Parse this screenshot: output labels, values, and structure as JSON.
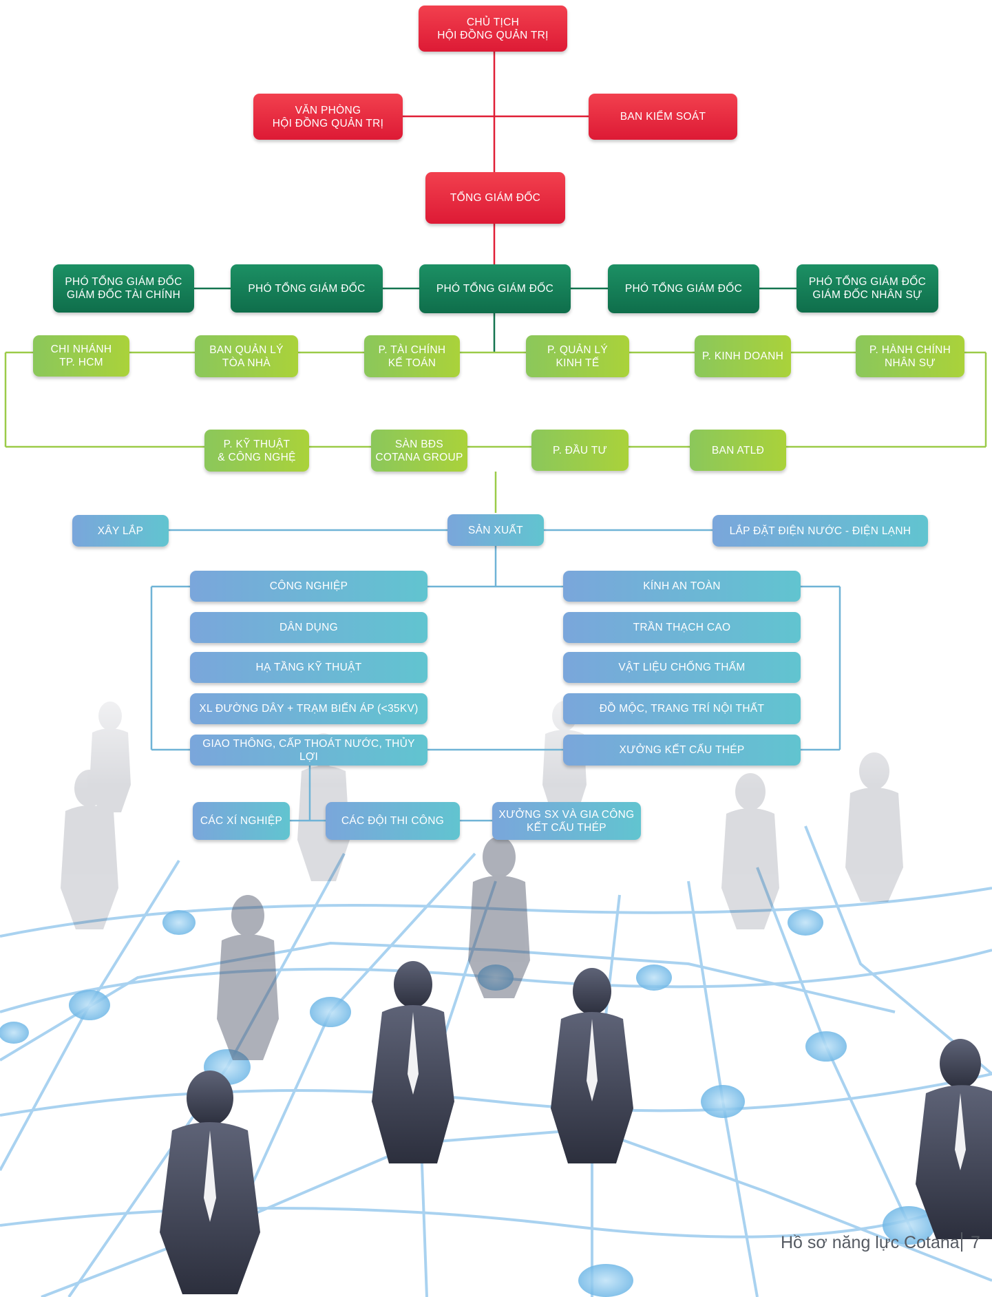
{
  "colors": {
    "red": "#e8283c",
    "dark_green": "#13744f",
    "light_green": "#9bcb48",
    "blue": "#6fb3d6"
  },
  "chart": {
    "chairman": "CHỦ TỊCH\nHỘI ĐỒNG QUẢN TRỊ",
    "board_office": "VĂN PHÒNG\nHỘI ĐỒNG QUẢN TRỊ",
    "supervisory_board": "BAN KIỂM SOÁT",
    "ceo": "TỔNG GIÁM ĐỐC",
    "deputies": [
      "PHÓ TỔNG GIÁM ĐỐC\nGIÁM ĐỐC TÀI CHÍNH",
      "PHÓ TỔNG GIÁM ĐỐC",
      "PHÓ TỔNG GIÁM ĐỐC",
      "PHÓ TỔNG GIÁM ĐỐC",
      "PHÓ TỔNG GIÁM ĐỐC\nGIÁM ĐỐC NHÂN SỰ"
    ],
    "departments_row1": [
      "CHI NHÁNH\nTP. HCM",
      "BAN QUẢN LÝ\nTÒA NHÀ",
      "P. TÀI CHÍNH\nKẾ TOÁN",
      "P. QUẢN LÝ\nKINH TẾ",
      "P. KINH DOANH",
      "P. HÀNH CHÍNH\nNHÂN SỰ"
    ],
    "departments_row2": [
      "P. KỸ THUẬT\n& CÔNG NGHỆ",
      "SÀN BĐS\nCOTANA GROUP",
      "P. ĐẦU TƯ",
      "BAN ATLĐ"
    ],
    "production": "SẢN XUẤT",
    "construction": "XÂY LẮP",
    "mep": "LẮP ĐẶT ĐIỆN NƯỚC - ĐIỆN LẠNH",
    "left_column": [
      "CÔNG NGHIỆP",
      "DÂN DỤNG",
      "HẠ TẦNG KỸ THUẬT",
      "XL ĐƯỜNG DÂY + TRẠM BIẾN ÁP (<35KV)",
      "GIAO THÔNG, CẤP THOÁT NƯỚC, THỦY LỢI"
    ],
    "right_column": [
      "KÍNH AN TOÀN",
      "TRẦN THẠCH CAO",
      "VẬT LIỆU CHỐNG THẤM",
      "ĐỒ MỘC, TRANG TRÍ NỘI THẤT",
      "XƯỞNG KẾT CẤU THÉP"
    ],
    "units": [
      "CÁC XÍ NGHIỆP",
      "CÁC ĐỘI THI CÔNG",
      "XƯỞNG SX VÀ GIA CÔNG\nKẾT CẤU THÉP"
    ]
  },
  "footer": {
    "title": "Hồ sơ năng lực Cotana",
    "page_number": "7"
  }
}
